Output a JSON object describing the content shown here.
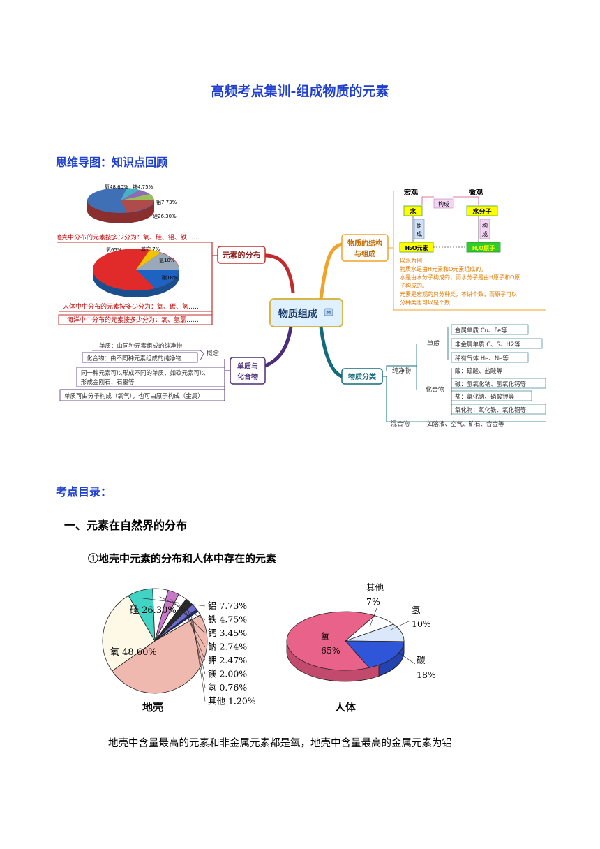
{
  "page": {
    "title": "高频考点集训-组成物质的元素",
    "mindmap_heading": "思维导图：知识点回顾",
    "catalog_heading": "考点目录：",
    "section_1": "一、元素在自然界的分布",
    "subsection_1": "①地壳中元素的分布和人体中存在的元素",
    "conclusion": "地壳中含量最高的元素和非金属元素都是氧，地壳中含量最高的金属元素为铝"
  },
  "mindmap": {
    "center": "物质组成",
    "center_badge": "M",
    "branch_distribution": "元素的分布",
    "branch_structure": "物质的结构与组成",
    "branch_elements": "单质与化合物",
    "branch_classification": "物质分类",
    "crust_line": "地壳中分布的元素按多少分为：氧、硅、铝、铁……",
    "body_line": "人体中中分布的元素按多少分为：氧、碳、氢……",
    "sea_line": "海洋中中分布的元素按多少分为：氧、氢氯……",
    "small_crust_labels": [
      "氧48.60%",
      "铁4.75%",
      "铝7.73%",
      "硅26.30%"
    ],
    "small_body_labels": [
      "氧65%",
      "其它 7%",
      "氢10%",
      "碳18%"
    ],
    "concept_label": "概念",
    "simple_substance_def": "单质：由同种元素组成的纯净物",
    "compound_def": "化合物：由不同种元素组成的纯净物",
    "allotrope_line1": "同一种元素可以形成不同的单质，如碳元素可以",
    "allotrope_line2": "形成金刚石、石墨等",
    "molecule_atom_line": "单质可由分子构成（氧气），也可由原子构成（金属）",
    "macro": "宏观",
    "micro": "微观",
    "compose": "构成",
    "water": "水",
    "water_molecule": "水分子",
    "zu": "组",
    "cheng": "成",
    "gou": "构",
    "h2o_elements": "H₂O元素",
    "h2o_atoms": "H,O原子",
    "example_lines": [
      "以水为例",
      "物质水是由H元素和O元素组成的。",
      "水是由水分子构成的，而水分子是由H原子和O原",
      "子构成的。",
      "元素是宏观的只分种类，不讲个数；而原子可以",
      "分种类也可以是个数"
    ],
    "pure": "纯净物",
    "simple": "单质",
    "compound": "化合物",
    "mixture": "混合物",
    "metal_simple": "金属单质   Cu、Fe等",
    "nonmetal_simple": "非金属单质   C、S、H2等",
    "noble_gas": "稀有气体   He、Ne等",
    "acid": "酸：硫酸、盐酸等",
    "base": "碱：氢氧化钠、氢氧化钙等",
    "salt": "盐：氯化钠、硝酸钾等",
    "oxide": "氧化物：氧化铁、氧化铜等",
    "mixture_example": "如溶液、空气、矿石、合金等"
  },
  "crust_pie": {
    "caption": "地壳",
    "slices": [
      {
        "label": "氧",
        "value": 48.6,
        "value_text": "氧 48.60%",
        "color": "#f0b9b0"
      },
      {
        "label": "硅",
        "value": 26.3,
        "value_text": "硅 26.30%",
        "color": "#fdf9e6"
      },
      {
        "label": "铝",
        "value": 7.73,
        "value_text": "铝 7.73%",
        "color": "#41d3c4"
      },
      {
        "label": "铁",
        "value": 4.75,
        "value_text": "铁 4.75%",
        "color": "#ffffff"
      },
      {
        "label": "钙",
        "value": 3.45,
        "value_text": "钙 3.45%",
        "color": "#c978c9"
      },
      {
        "label": "钠",
        "value": 2.74,
        "value_text": "钠 2.74%",
        "color": "#ffffff"
      },
      {
        "label": "钾",
        "value": 2.47,
        "value_text": "钾 2.47%",
        "color": "#2a2a2a"
      },
      {
        "label": "镁",
        "value": 2.0,
        "value_text": "镁 2.00%",
        "color": "#6b6bd0"
      },
      {
        "label": "氢",
        "value": 0.76,
        "value_text": "氢 0.76%",
        "color": "#1d2b8a"
      },
      {
        "label": "其他",
        "value": 1.2,
        "value_text": "其他 1.20%",
        "color": "#ffffff"
      }
    ]
  },
  "body_pie": {
    "caption": "人体",
    "slices": [
      {
        "label": "氧",
        "value": 65,
        "value_text": "65%",
        "color": "#e9628a"
      },
      {
        "label": "碳",
        "value": 18,
        "value_text": "18%",
        "color": "#2f55d8"
      },
      {
        "label": "氢",
        "value": 10,
        "value_text": "10%",
        "color": "#dbe8fb"
      },
      {
        "label": "其他",
        "value": 7,
        "value_text": "7%",
        "color": "#ffffff"
      }
    ]
  }
}
